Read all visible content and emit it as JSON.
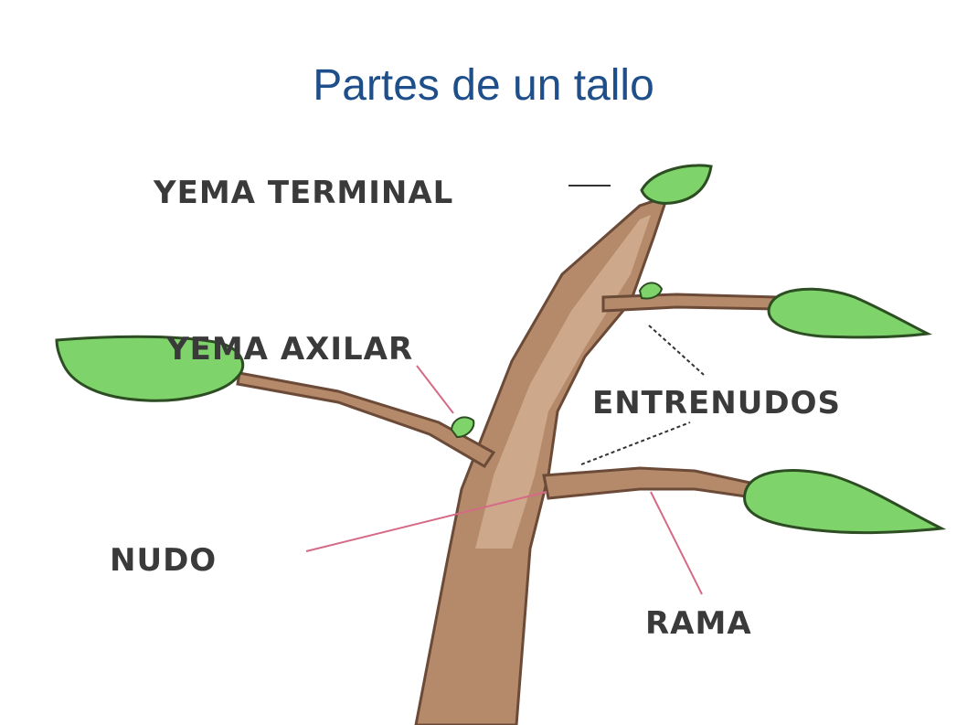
{
  "slide": {
    "title": "Partes de un tallo"
  },
  "diagram": {
    "labels": {
      "yema_terminal": "YEMA TERMINAL",
      "yema_axilar": "YEMA AXILAR",
      "entrenudos": "ENTRENUDOS",
      "nudo": "NUDO",
      "rama": "RAMA"
    },
    "colors": {
      "title": "#1f4f8a",
      "leaf": "#7ed36a",
      "stem": "#b48a6a",
      "stem_dark": "#8a6450",
      "pointer_pink": "#d66a86",
      "pointer_dark": "#333333"
    }
  }
}
